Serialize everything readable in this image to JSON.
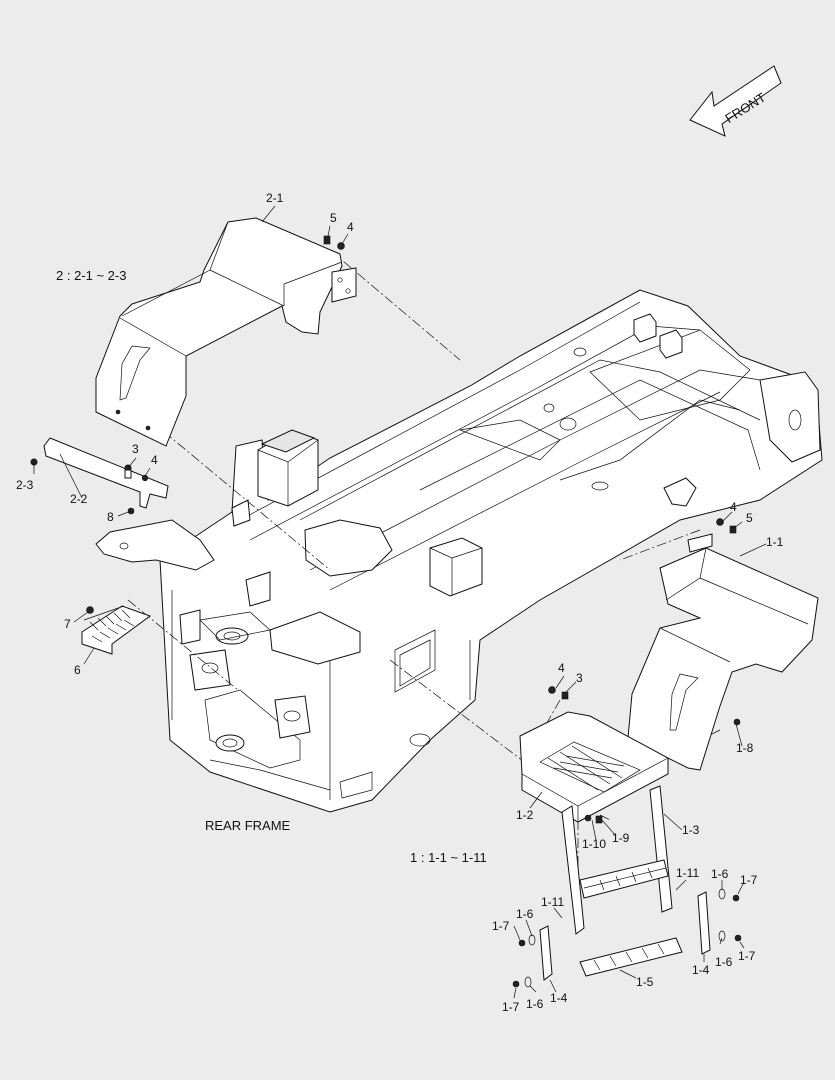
{
  "diagram": {
    "direction_label": "FRONT",
    "captions": {
      "assembly_2": "2 : 2-1 ~ 2-3",
      "assembly_1": "1 : 1-1 ~ 1-11",
      "frame": "REAR FRAME"
    },
    "callouts": {
      "c2_1": "2-1",
      "c5a": "5",
      "c4a": "4",
      "c3a": "3",
      "c4b": "4",
      "c2_3": "2-3",
      "c2_2": "2-2",
      "c8": "8",
      "c7": "7",
      "c6": "6",
      "c4c": "4",
      "c5b": "5",
      "c1_1": "1-1",
      "c4d": "4",
      "c3b": "3",
      "c1_8": "1-8",
      "c1_2": "1-2",
      "c1_10": "1-10",
      "c1_9": "1-9",
      "c1_3": "1-3",
      "c1_11a": "1-11",
      "c1_6a": "1-6",
      "c1_7a": "1-7",
      "c1_11b": "1-11",
      "c1_7b": "1-7",
      "c1_6b": "1-6",
      "c1_6c": "1-6",
      "c1_7c": "1-7",
      "c1_4a": "1-4",
      "c1_5": "1-5",
      "c1_7d": "1-7",
      "c1_6d": "1-6",
      "c1_4b": "1-4"
    }
  }
}
